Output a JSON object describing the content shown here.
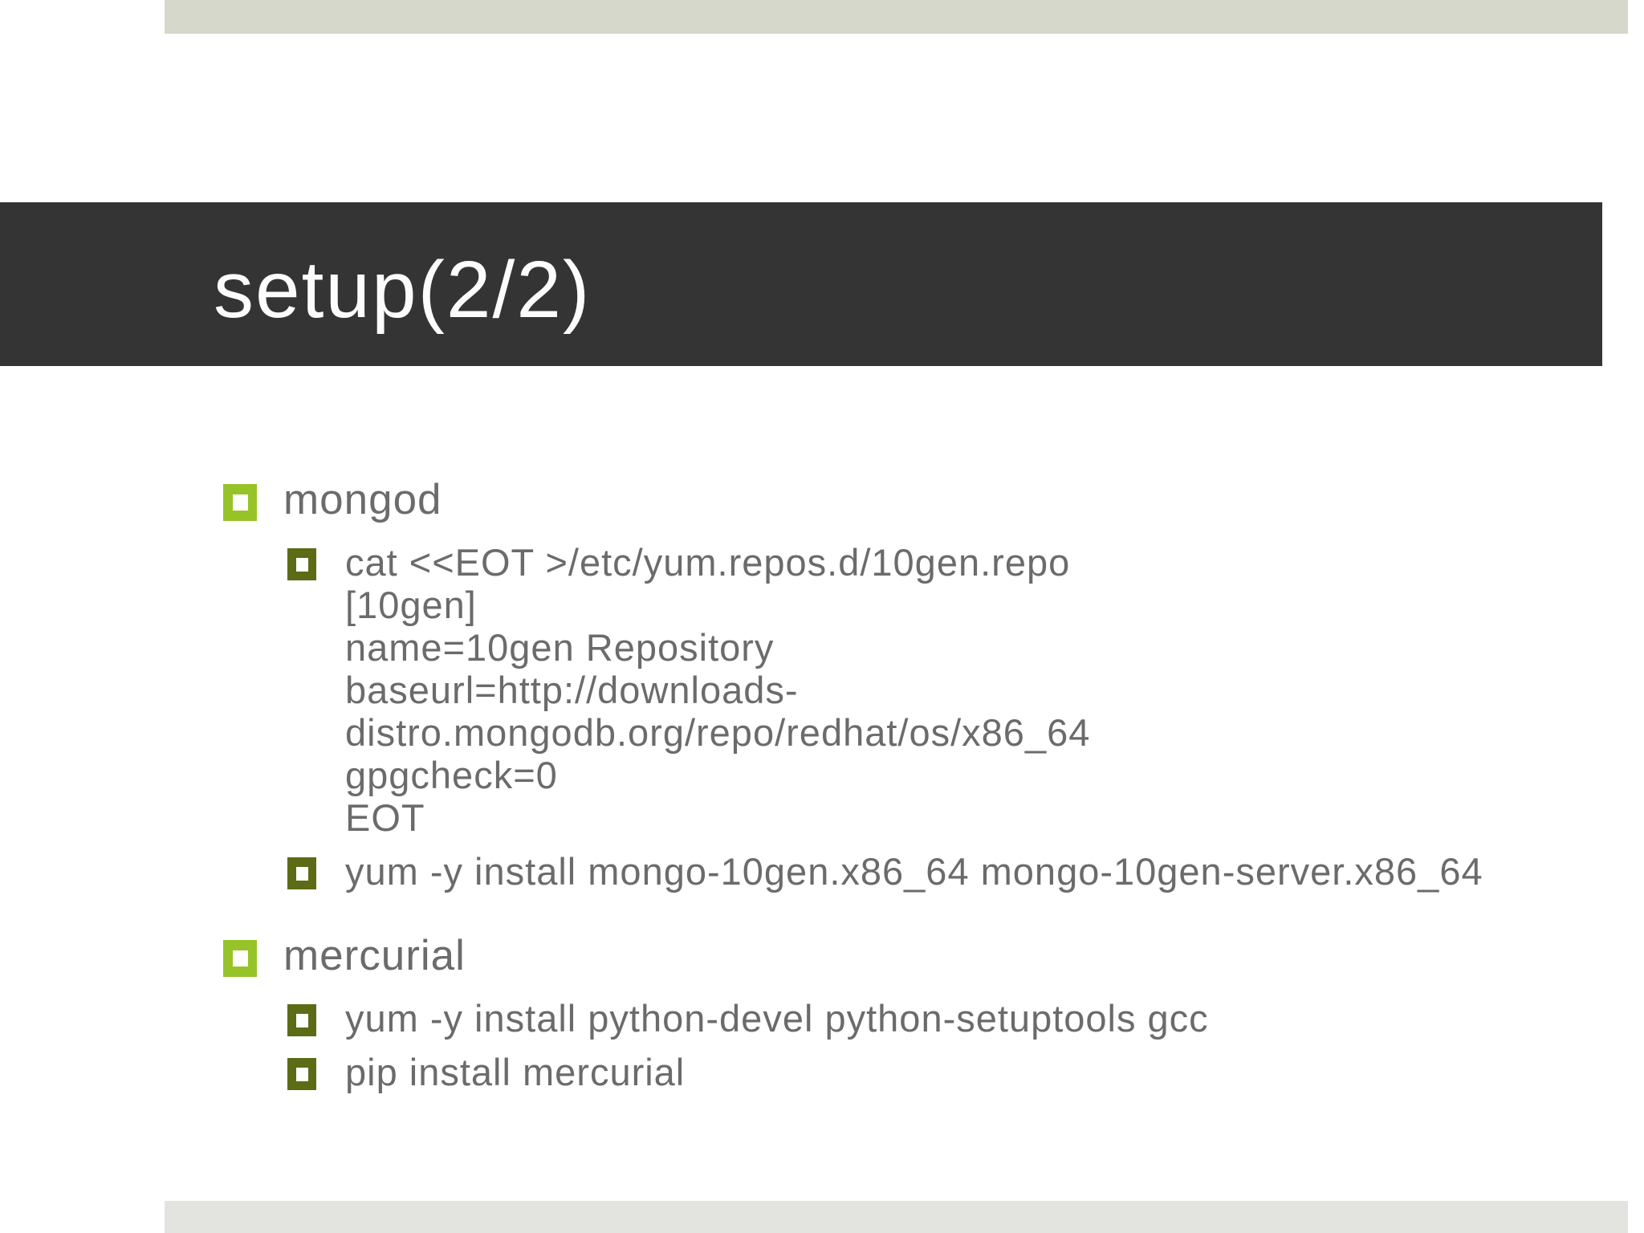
{
  "slide": {
    "title": "setup(2/2)",
    "sections": [
      {
        "label": "mongod",
        "items": [
          {
            "text": "cat <<EOT >/etc/yum.repos.d/10gen.repo\n[10gen]\nname=10gen Repository\nbaseurl=http://downloads-\ndistro.mongodb.org/repo/redhat/os/x86_64\ngpgcheck=0\nEOT"
          },
          {
            "text": "yum -y install mongo-10gen.x86_64 mongo-10gen-server.x86_64"
          }
        ]
      },
      {
        "label": "mercurial",
        "items": [
          {
            "text": "yum -y install python-devel python-setuptools gcc"
          },
          {
            "text": "pip install mercurial"
          }
        ]
      }
    ],
    "colors": {
      "background": "#ffffff",
      "title_band_bg": "#343434",
      "title_text": "#fcfcfc",
      "body_text": "#6b6b6b",
      "bullet_level1": "#96c428",
      "bullet_level2": "#5c6b15",
      "top_bar_bg": "#d5d8ca",
      "bottom_bar_bg": "#e3e4df"
    }
  }
}
